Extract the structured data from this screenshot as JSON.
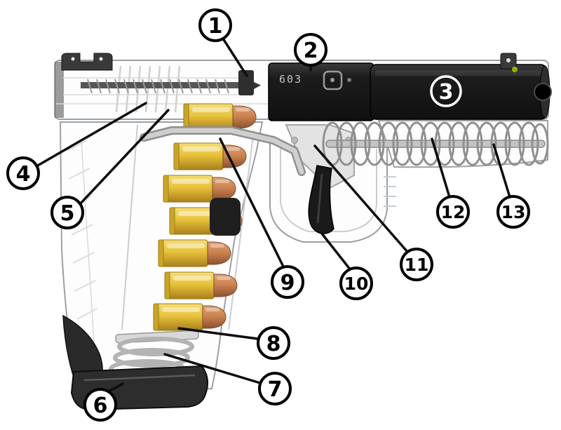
{
  "diagram": {
    "slide_marking": "603",
    "logo_icon": "glock-logo",
    "callouts": [
      {
        "label": "1"
      },
      {
        "label": "2"
      },
      {
        "label": "3"
      },
      {
        "label": "4"
      },
      {
        "label": "5"
      },
      {
        "label": "6"
      },
      {
        "label": "7"
      },
      {
        "label": "8"
      },
      {
        "label": "9"
      },
      {
        "label": "10"
      },
      {
        "label": "11"
      },
      {
        "label": "12"
      },
      {
        "label": "13"
      }
    ],
    "colors": {
      "brass": "#e8c23a",
      "copper": "#c87f4e",
      "dark_metal": "#1c1c1c",
      "ghost_outline": "#9aa0a6",
      "callout_fill": "#ffffff",
      "callout_border": "#000000",
      "sight_dot_green": "#8db600"
    }
  }
}
